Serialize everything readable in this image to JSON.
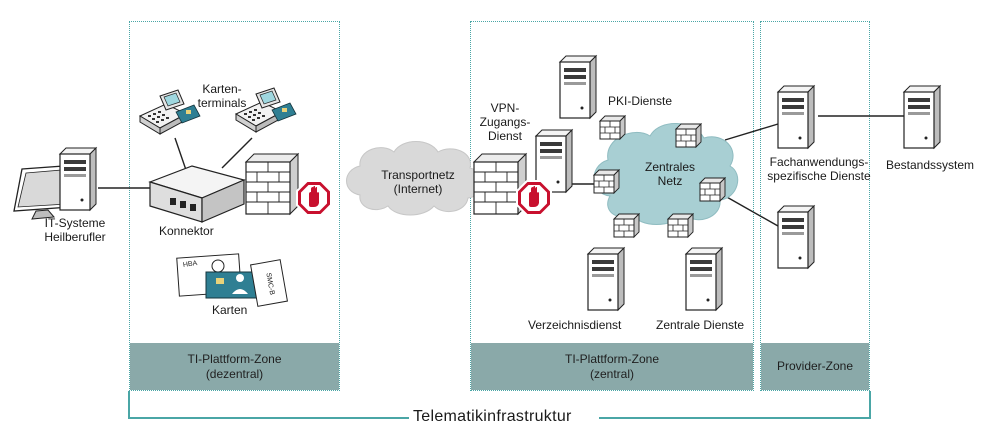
{
  "zones": [
    {
      "name": "TI-Plattform-Zone",
      "sub": "(dezentral)"
    },
    {
      "name": "TI-Plattform-Zone",
      "sub": "(zentral)"
    },
    {
      "name": "Provider-Zone",
      "sub": ""
    }
  ],
  "labels": {
    "it_systeme": "IT-Systeme",
    "heilberufler": "Heilberufler",
    "kartenterminals_1": "Karten-",
    "kartenterminals_2": "terminals",
    "konnektor": "Konnektor",
    "karten": "Karten",
    "transportnetz": "Transportnetz",
    "internet": "(Internet)",
    "vpn_1": "VPN-",
    "vpn_2": "Zugangs-",
    "vpn_3": "Dienst",
    "pki": "PKI-Dienste",
    "zentrales": "Zentrales",
    "netz": "Netz",
    "verzeichnisdienst": "Verzeichnisdienst",
    "zentrale_dienste": "Zentrale Dienste",
    "fach_1": "Fachanwendungs-",
    "fach_2": "spezifische Dienste",
    "bestandssystem": "Bestandssystem",
    "card_smcb": "SMC-B",
    "card_hba": "HBA",
    "telematik": "Telematikinfrastruktur"
  },
  "colors": {
    "zone_border": "#4aa6a6",
    "zone_bar": "#8aa9a9",
    "cloud_transport": "#d9d9d9",
    "cloud_central": "#a8cfd3",
    "stop_red": "#c8102e"
  }
}
